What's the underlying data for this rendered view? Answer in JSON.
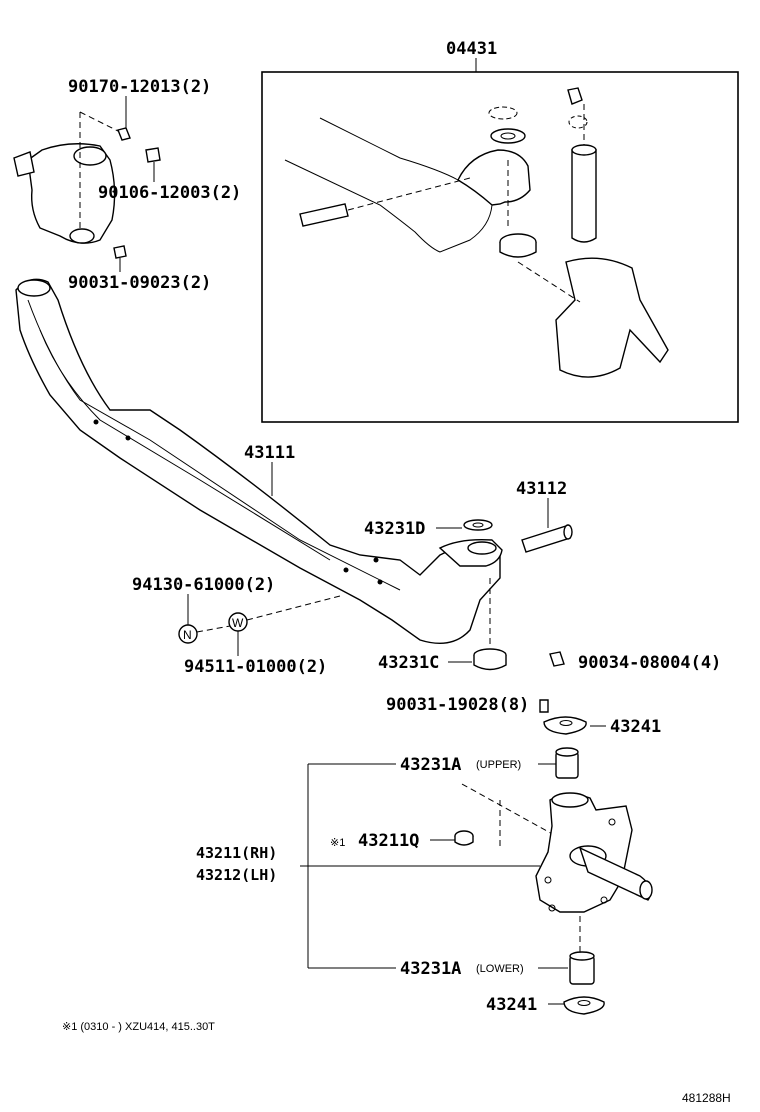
{
  "labels": {
    "kit": "04431",
    "bolt_top": "90170-12013(2)",
    "nipple": "90106-12003(2)",
    "bolt_lower": "90031-09023(2)",
    "axle_beam": "43111",
    "king_pin": "43112",
    "washer_d": "43231D",
    "nut": "94130-61000(2)",
    "washer_w": "94511-01000(2)",
    "bearing_c": "43231C",
    "grease_nipple": "90034-08004(4)",
    "bolt_8": "90031-19028(8)",
    "cover_top": "43241",
    "bushing_upper": "43231A",
    "bushing_upper_note": "(UPPER)",
    "knuckle_rh": "43211(RH)",
    "knuckle_lh": "43212(LH)",
    "note_ref": "※1",
    "seal": "43211Q",
    "bushing_lower": "43231A",
    "bushing_lower_note": "(LOWER)",
    "cover_bottom": "43241"
  },
  "markers": {
    "nut_letter": "N",
    "washer_letter": "W"
  },
  "footnote": "※1 (0310 -       ) XZU414, 415..30T",
  "diagram_id": "481288H"
}
